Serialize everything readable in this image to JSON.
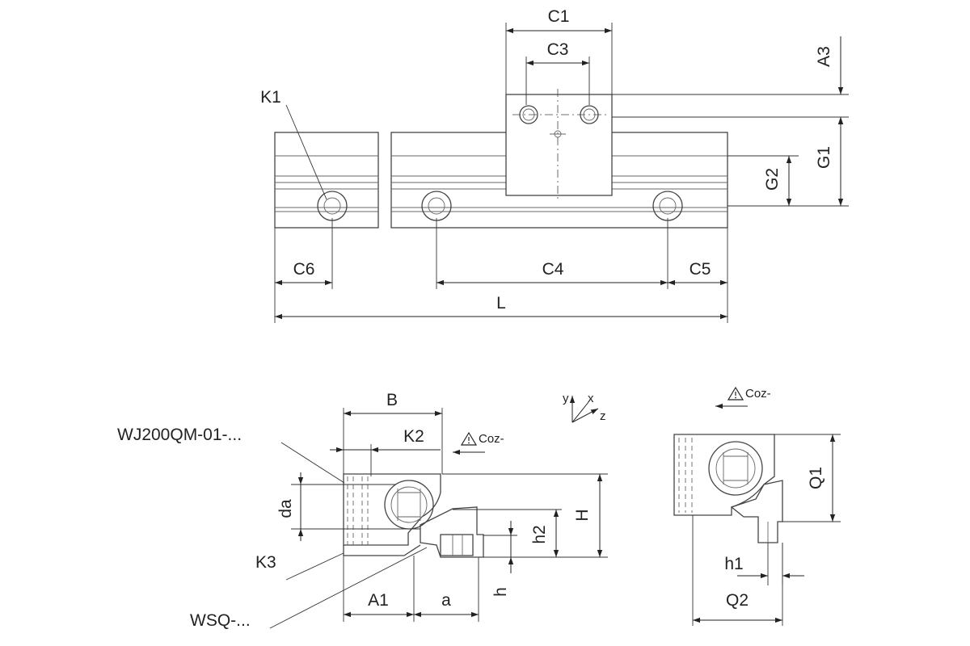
{
  "labels": {
    "C1": "C1",
    "C3": "C3",
    "A3": "A3",
    "K1": "K1",
    "G1": "G1",
    "G2": "G2",
    "C6": "C6",
    "C4": "C4",
    "C5": "C5",
    "L": "L",
    "B": "B",
    "K2": "K2",
    "wj": "WJ200QM-01-...",
    "da": "da",
    "H": "H",
    "h2": "h2",
    "h": "h",
    "K3": "K3",
    "A1": "A1",
    "a": "a",
    "wsq": "WSQ-...",
    "coz1": "Coz-",
    "coz2": "Coz-",
    "Q1": "Q1",
    "Q2": "Q2",
    "h1": "h1",
    "axis_y": "y",
    "axis_x": "x",
    "axis_z": "z"
  },
  "icons": {
    "warning": "warning-triangle-icon"
  },
  "colors": {
    "line": "#444444",
    "text": "#222222",
    "background": "#ffffff"
  }
}
